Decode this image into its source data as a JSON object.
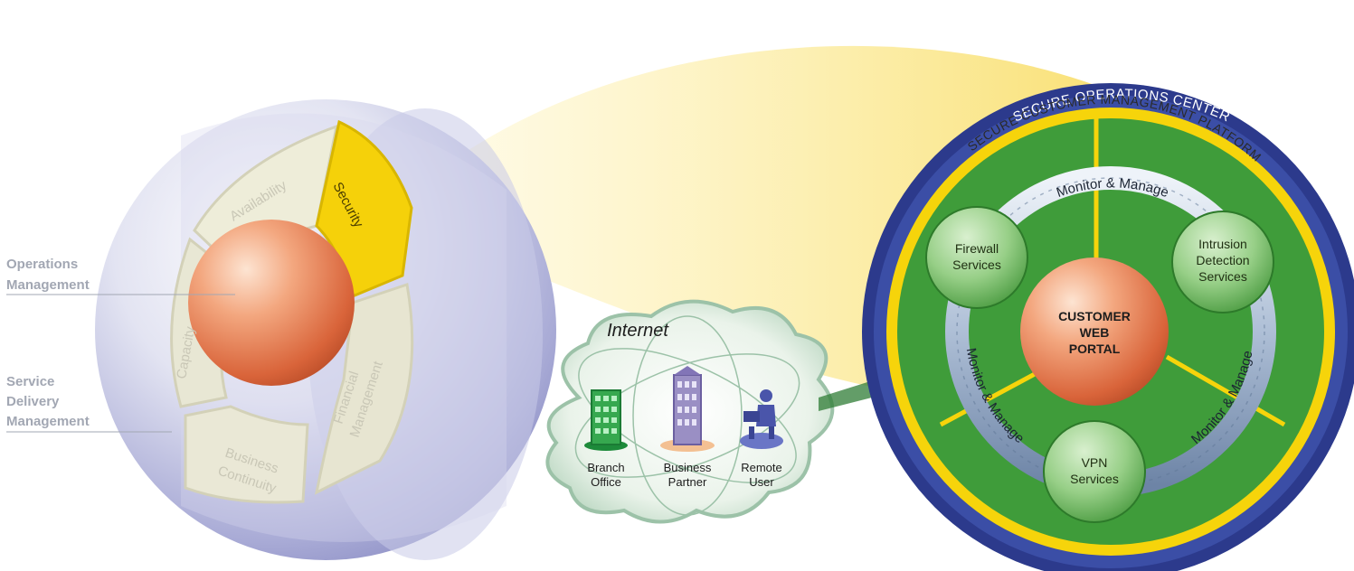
{
  "left_figure": {
    "side_labels": {
      "operations_management": [
        "Operations",
        "Management"
      ],
      "service_delivery_management": [
        "Service",
        "Delivery",
        "Management"
      ]
    },
    "segments": {
      "availability": "Availability",
      "security": "Security",
      "capacity": "Capacity",
      "financial_management": [
        "Financial",
        "Management"
      ],
      "business_continuity": [
        "Business",
        "Continuity"
      ]
    }
  },
  "internet": {
    "title": "Internet",
    "nodes": {
      "branch_office": [
        "Branch",
        "Office"
      ],
      "business_partner": [
        "Business",
        "Partner"
      ],
      "remote_user": [
        "Remote",
        "User"
      ]
    }
  },
  "soc": {
    "outer_ring_title": "SECURE OPERATIONS CENTER",
    "inner_ring_title": "SECURE CUSTOMER MANAGEMENT PLATFORM",
    "portal": [
      "CUSTOMER",
      "WEB",
      "PORTAL"
    ],
    "services": {
      "firewall": [
        "Firewall",
        "Services"
      ],
      "intrusion_detection": [
        "Intrusion",
        "Detection",
        "Services"
      ],
      "vpn": [
        "VPN",
        "Services"
      ]
    },
    "monitor_labels": {
      "top": "Monitor & Manage",
      "left": "Monitor & Manage",
      "right": "Monitor & Manage"
    }
  },
  "colors": {
    "security_yellow": "#f5d10a",
    "soc_green": "#3f9c3a",
    "soc_blue": "#2c3a8c",
    "soc_yellow": "#f6d40b",
    "portal_orange": "#e0603a",
    "globe_lavender": "#b4b6dc"
  }
}
